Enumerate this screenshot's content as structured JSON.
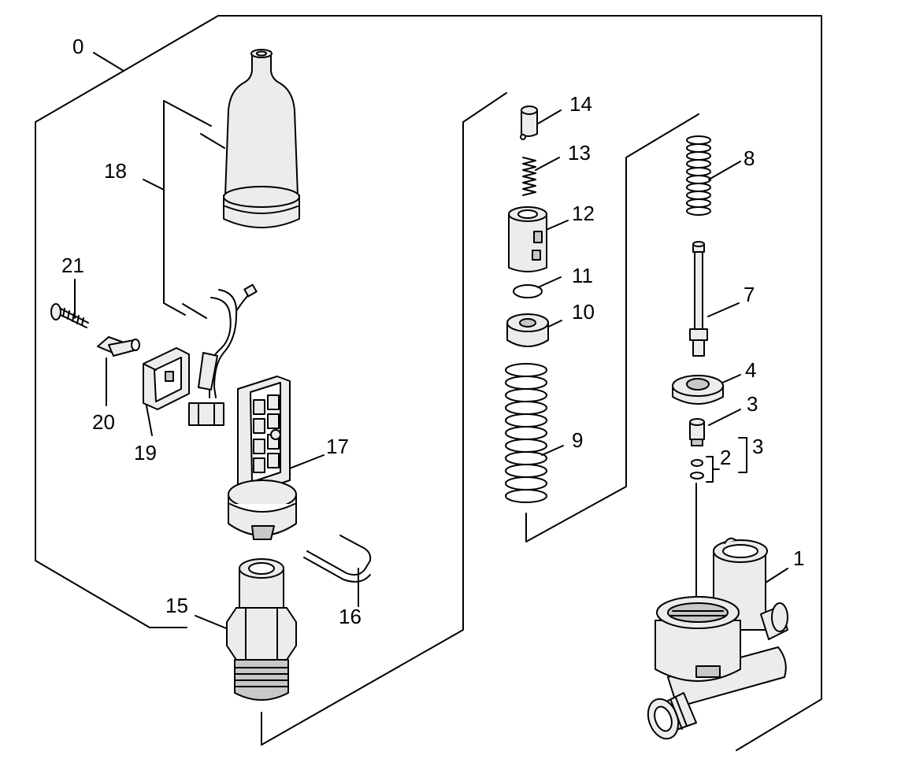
{
  "diagram": {
    "title": "exploded parts view",
    "labels": {
      "p0": "0",
      "p1": "1",
      "p2": "2",
      "p3a": "3",
      "p3b": "3",
      "p4": "4",
      "p7": "7",
      "p8": "8",
      "p9": "9",
      "p10": "10",
      "p11": "11",
      "p12": "12",
      "p13": "13",
      "p14": "14",
      "p15": "15",
      "p16": "16",
      "p17": "17",
      "p18": "18",
      "p19": "19",
      "p20": "20",
      "p21": "21"
    }
  }
}
